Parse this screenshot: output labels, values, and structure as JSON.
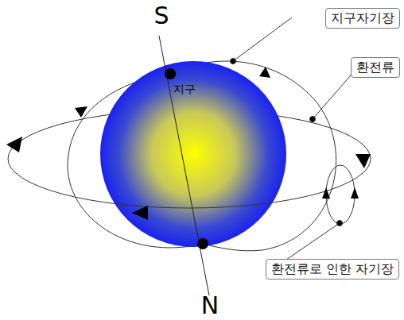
{
  "diagram": {
    "nodes": [
      {
        "text": [
          "지구자기장"
        ]
      },
      {
        "text": [
          "환전류"
        ]
      },
      {
        "text": [
          "환전류로 인한 자기장"
        ]
      }
    ],
    "labels": [
      "S",
      "N",
      "지구"
    ]
  }
}
